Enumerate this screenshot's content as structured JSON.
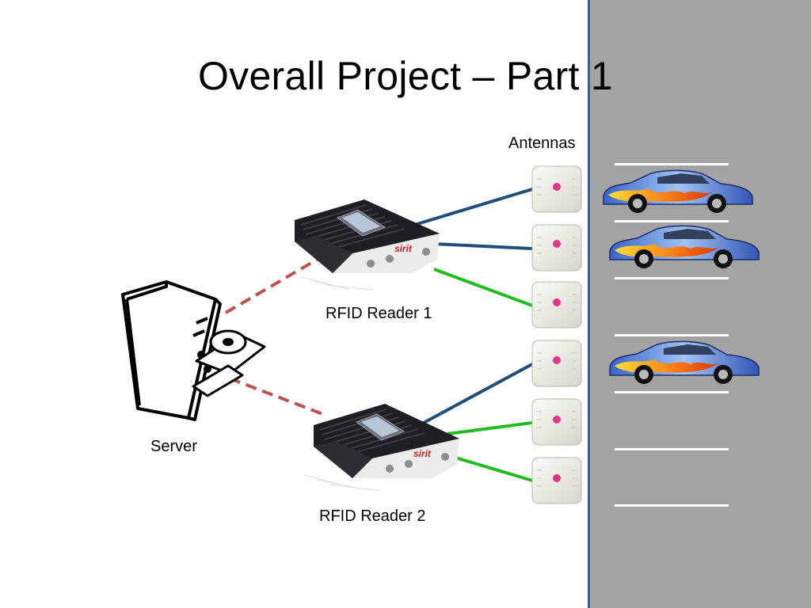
{
  "title": "Overall Project – Part 1",
  "labels": {
    "antennas": "Antennas",
    "reader1": "RFID Reader 1",
    "reader2": "RFID Reader 2",
    "server": "Server"
  },
  "reader_brand": "sirit",
  "colors": {
    "lane": "#a3a3a3",
    "lane_border": "#2f5f98",
    "link_blue": "#1f4e79",
    "link_green": "#22bb22",
    "link_dashed": "#c0504d",
    "antenna_dot": "#e0368a"
  }
}
